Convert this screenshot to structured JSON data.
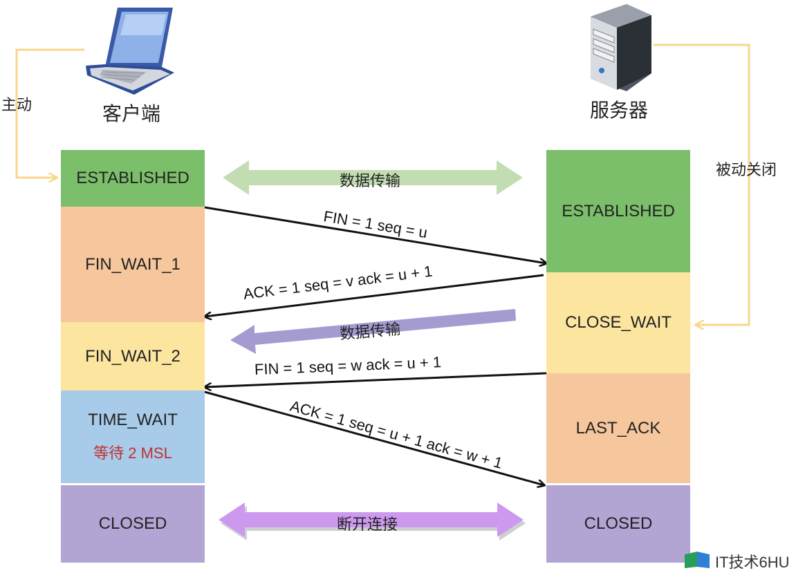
{
  "client": {
    "title": "客户端",
    "active_label": "主动",
    "states": [
      {
        "name": "ESTABLISHED",
        "color": "#7bbf6a"
      },
      {
        "name": "FIN_WAIT_1",
        "color": "#f6c69c"
      },
      {
        "name": "FIN_WAIT_2",
        "color": "#fbe59f"
      },
      {
        "name": "TIME_WAIT",
        "sub": "等待 2 MSL",
        "color": "#a9cbea"
      },
      {
        "name": "CLOSED",
        "color": "#b3a5d3"
      }
    ]
  },
  "server": {
    "title": "服务器",
    "passive_label": "被动关闭",
    "states": [
      {
        "name": "ESTABLISHED",
        "color": "#7bbf6a"
      },
      {
        "name": "CLOSE_WAIT",
        "color": "#fbe59f"
      },
      {
        "name": "LAST_ACK",
        "color": "#f6c69c"
      },
      {
        "name": "CLOSED",
        "color": "#b3a5d3"
      }
    ]
  },
  "transfer": {
    "top": "数据传输",
    "middle": "数据传输",
    "bottom": "断开连接"
  },
  "messages": {
    "fin1": "FIN = 1 seq = u",
    "ack1": "ACK = 1 seq = v ack = u + 1",
    "fin2": "FIN = 1 seq = w ack = u + 1",
    "ack2": "ACK = 1 seq = u + 1 ack = w + 1"
  },
  "watermark": {
    "text": "IT技术6HU"
  },
  "colors": {
    "yellow_line": "#f8d78a",
    "green_arrow": "#c3ddb3",
    "purple_arrow": "#a59bd0",
    "violet_arrow": "#cc99ee"
  }
}
